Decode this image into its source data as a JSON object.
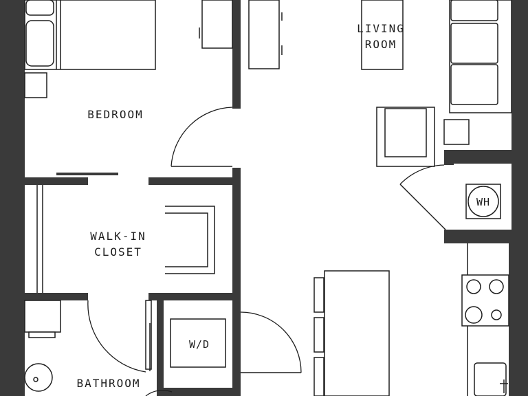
{
  "rooms": {
    "living_room": {
      "line1": "LIVING",
      "line2": "ROOM"
    },
    "bedroom": {
      "label": "BEDROOM"
    },
    "walk_in_closet": {
      "line1": "WALK-IN",
      "line2": "CLOSET"
    },
    "bathroom": {
      "label": "BATHROOM"
    }
  },
  "fixtures": {
    "water_heater": {
      "label": "WH"
    },
    "washer_dryer": {
      "label": "W/D"
    }
  },
  "colors": {
    "wall": "#3a3a3a",
    "line": "#1e1e1e",
    "background": "#ffffff"
  }
}
